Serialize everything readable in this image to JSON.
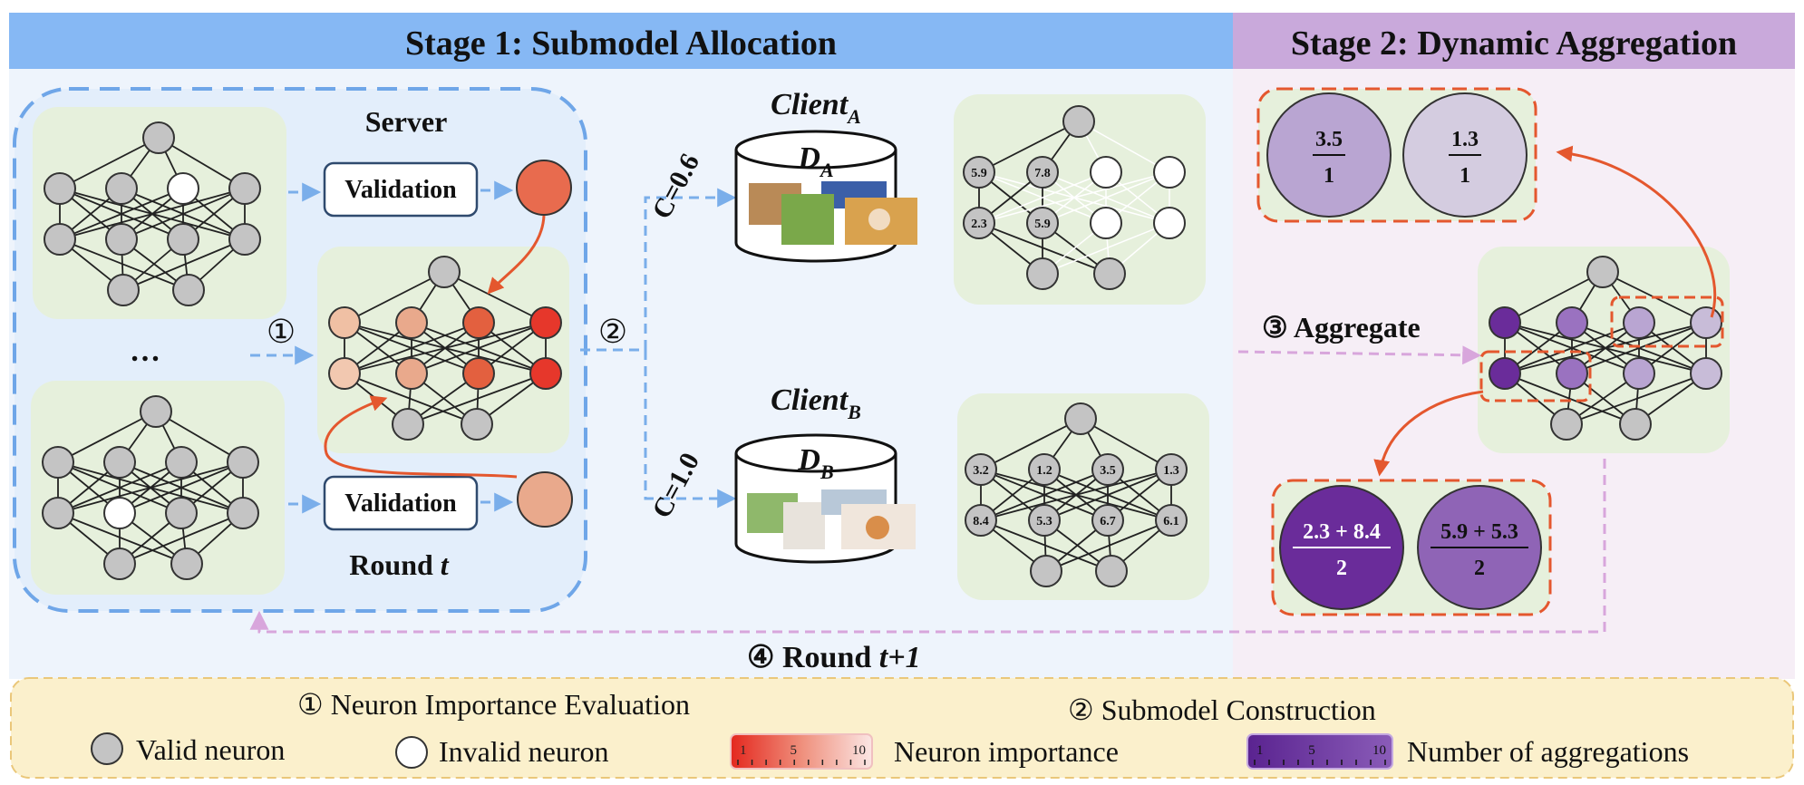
{
  "stage1": {
    "title": "Stage 1: Submodel Allocation"
  },
  "stage2": {
    "title": "Stage 2: Dynamic Aggregation"
  },
  "server": {
    "label": "Server",
    "round_label": "Round ",
    "round_var": "t",
    "ellipsis": "…"
  },
  "validation": {
    "label_top": "Validation",
    "label_bottom": "Validation"
  },
  "steps": {
    "one": "①",
    "two": "②",
    "three": "③ Aggregate",
    "four": "④ Round ",
    "four_var": "t+1"
  },
  "client_a": {
    "title": "Client",
    "sub": "A",
    "dataset": "D",
    "dataset_sub": "A",
    "capacity": "C=0.6",
    "values_row1": [
      "5.9",
      "7.8"
    ],
    "values_row2": [
      "2.3",
      "5.9"
    ]
  },
  "client_b": {
    "title": "Client",
    "sub": "B",
    "dataset": "D",
    "dataset_sub": "B",
    "capacity": "C=1.0",
    "values_row1": [
      "3.2",
      "1.2",
      "3.5",
      "1.3"
    ],
    "values_row2": [
      "8.4",
      "5.3",
      "6.7",
      "6.1"
    ]
  },
  "aggregation": {
    "top": [
      {
        "num": "3.5",
        "den": "1"
      },
      {
        "num": "1.3",
        "den": "1"
      }
    ],
    "bottom": [
      {
        "num": "2.3 + 8.4",
        "den": "2"
      },
      {
        "num": "5.9 + 5.3",
        "den": "2"
      }
    ]
  },
  "legend": {
    "step1": "① Neuron Importance Evaluation",
    "step2": "② Submodel Construction",
    "valid": "Valid neuron",
    "invalid": "Invalid neuron",
    "importance": "Neuron importance",
    "aggregations": "Number of aggregations",
    "scale_ticks": [
      "1",
      "5",
      "10"
    ]
  },
  "colors": {
    "stage1_header": "#86b8f4",
    "stage2_header": "#c9a9db",
    "stage1_bg": "#eef4fc",
    "stage2_bg": "#f6eef6",
    "legend_bg": "#fbf0cc",
    "panel_green": "#e6f0dc",
    "neuron_valid": "#c4c4c4",
    "importance_high": "#e63a2c",
    "agg_high": "#6a2c9a"
  }
}
